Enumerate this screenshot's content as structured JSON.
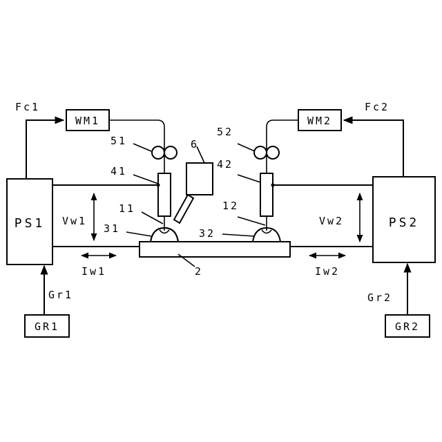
{
  "blocks": {
    "ps1": "PS1",
    "ps2": "PS2",
    "wm1": "WM1",
    "wm2": "WM2",
    "gr1": "GR1",
    "gr2": "GR2"
  },
  "signals": {
    "fc1": "Fc1",
    "fc2": "Fc2",
    "gr1": "Gr1",
    "gr2": "Gr2",
    "vw1": "Vw1",
    "vw2": "Vw2",
    "iw1": "Iw1",
    "iw2": "Iw2"
  },
  "refs": {
    "r51": "51",
    "r52": "52",
    "r41": "41",
    "r42": "42",
    "r11": "11",
    "r12": "12",
    "r31": "31",
    "r32": "32",
    "r6": "6",
    "r2": "2"
  }
}
